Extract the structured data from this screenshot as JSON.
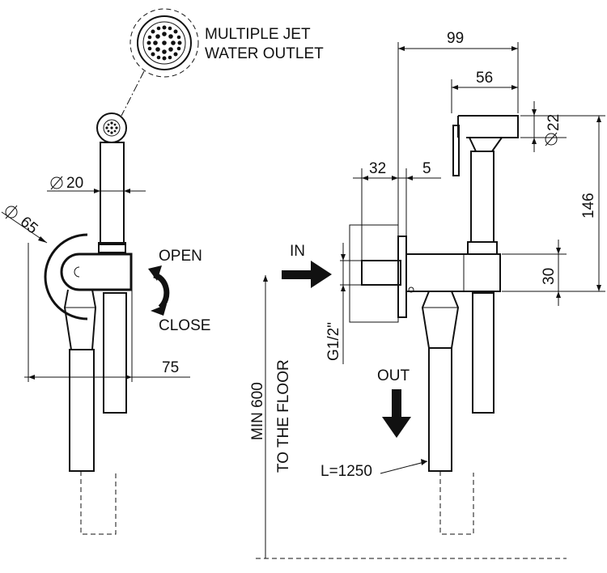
{
  "labels": {
    "outlet_line1": "MULTIPLE JET",
    "outlet_line2": "WATER OUTLET",
    "open": "OPEN",
    "close": "CLOSE",
    "in": "IN",
    "out": "OUT",
    "min_line1": "MIN 600",
    "min_line2": "TO THE FLOOR",
    "thread": "G1/2\"",
    "hose_length": "L=1250"
  },
  "dimensions": {
    "dia_20": "20",
    "dia_65": "65",
    "width_75": "75",
    "width_99": "99",
    "width_56": "56",
    "dia_22": "22",
    "height_146": "146",
    "height_30": "30",
    "depth_32": "32",
    "gap_5": "5"
  },
  "colors": {
    "line": "#111111",
    "hatch": "#555555",
    "background": "#ffffff"
  }
}
